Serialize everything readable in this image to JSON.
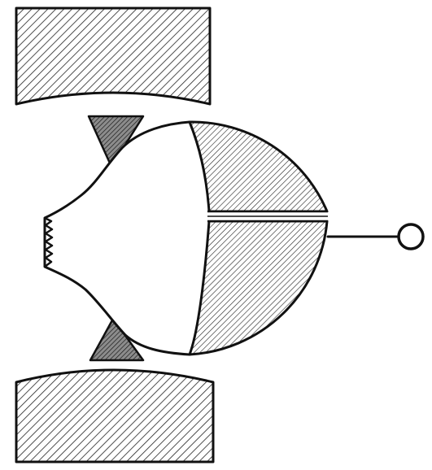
{
  "figure": {
    "colors": {
      "ink": "#111111",
      "paper": "#ffffff",
      "hatch": "#222222",
      "wedge_fill": "#8c8c8c"
    },
    "parts": [
      "upper-pole-piece",
      "lower-pole-piece",
      "upper-wedge",
      "lower-wedge",
      "bulb",
      "crinkled-tip",
      "hemisphere-upper-half",
      "hemisphere-lower-half",
      "central-slot",
      "lead-wire",
      "terminal-ring"
    ]
  }
}
